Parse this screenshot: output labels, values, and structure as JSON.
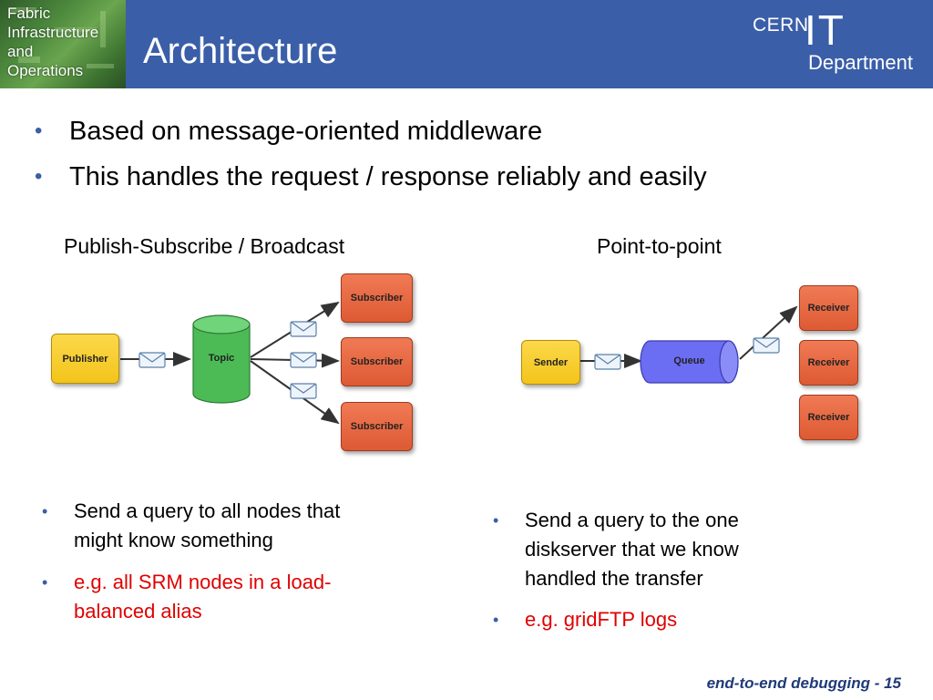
{
  "header": {
    "logo_lines": [
      "Fabric",
      "Infrastructure",
      "and",
      "Operations"
    ],
    "title": "Architecture",
    "org_cern": "CERN",
    "org_it": "IT",
    "org_dept": "Department"
  },
  "main_bullets": [
    "Based on message-oriented middleware",
    "This handles the request / response reliably and easily"
  ],
  "pubsub": {
    "label": "Publish-Subscribe / Broadcast",
    "publisher": "Publisher",
    "topic": "Topic",
    "subscribers": [
      "Subscriber",
      "Subscriber",
      "Subscriber"
    ],
    "bullets": [
      {
        "line1": "Send a query to all nodes that",
        "line2": "might know something"
      },
      {
        "line1": "e.g. all SRM nodes in a load-",
        "line2": "balanced alias"
      }
    ]
  },
  "p2p": {
    "label": "Point-to-point",
    "sender": "Sender",
    "queue": "Queue",
    "receivers": [
      "Receiver",
      "Receiver",
      "Receiver"
    ],
    "bullets": [
      {
        "line1": "Send a query to the one",
        "line2": "diskserver that we know",
        "line3": "handled the transfer"
      },
      {
        "line1": "e.g. gridFTP logs"
      }
    ]
  },
  "footer": "end-to-end debugging - 15",
  "colors": {
    "header_bg": "#3a5ea8",
    "bullet_marker": "#3a5ea8",
    "emphasis_red": "#e00000",
    "footer_text": "#1f3a78",
    "node_yellow": "#f3c41a",
    "node_orange": "#dd5a33",
    "topic_green": "#4cbb55",
    "queue_blue": "#6b6ef2"
  },
  "icons": [
    "envelope-icon",
    "arrow-icon"
  ]
}
